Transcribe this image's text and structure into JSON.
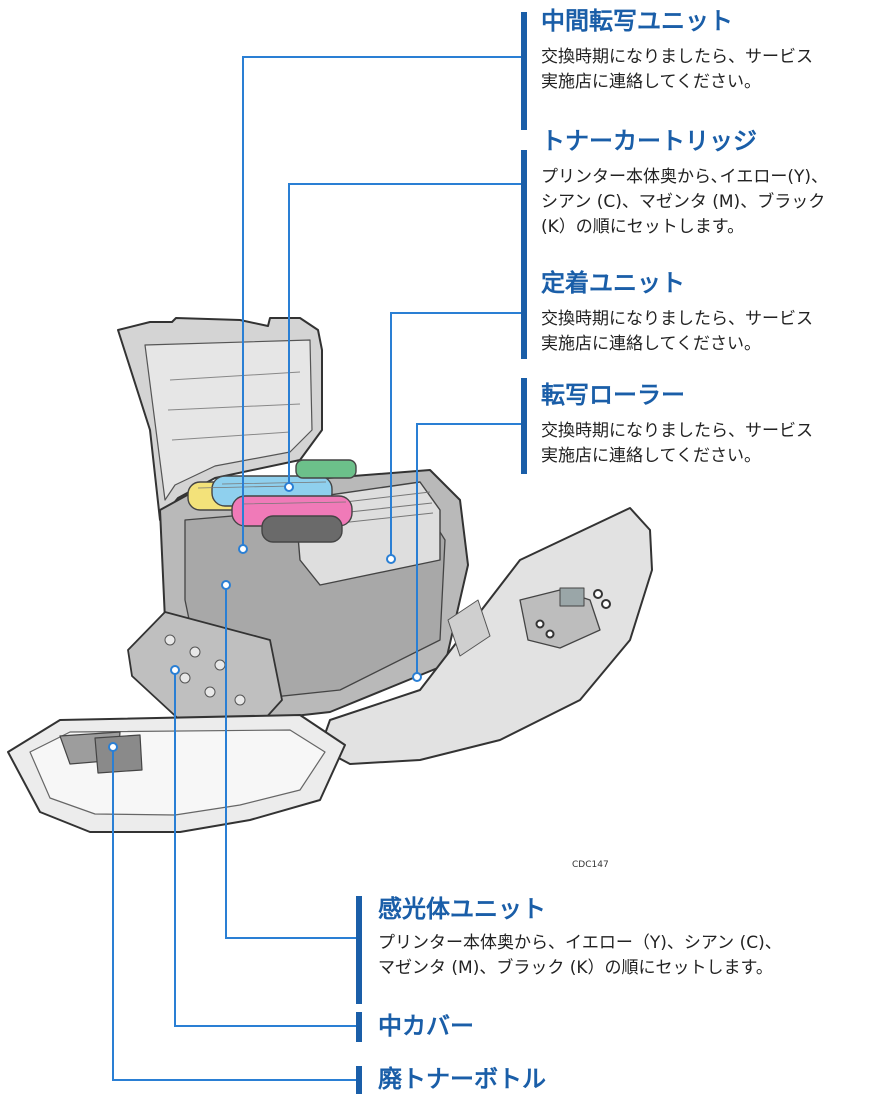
{
  "figure_code": "CDC147",
  "callouts": {
    "transfer_unit": {
      "title": "中間転写ユニット",
      "desc": [
        "交換時期になりましたら、サービス",
        "実施店に連絡してください。"
      ]
    },
    "toner_cartridge": {
      "title": "トナーカートリッジ",
      "desc": [
        "プリンター本体奥から､イエロー(Y)、",
        "シアン (C)、マゼンタ (M)、ブラック",
        "(K）の順にセットします。"
      ]
    },
    "fusing_unit": {
      "title": "定着ユニット",
      "desc": [
        "交換時期になりましたら、サービス",
        "実施店に連絡してください。"
      ]
    },
    "transfer_roller": {
      "title": "転写ローラー",
      "desc": [
        "交換時期になりましたら、サービス",
        "実施店に連絡してください。"
      ]
    },
    "photoconductor_unit": {
      "title": "感光体ユニット",
      "desc": [
        "プリンター本体奥から、イエロー（Y)、シアン (C)、",
        "マゼンタ (M)、ブラック (K）の順にセットします。"
      ]
    },
    "inner_cover": {
      "title": "中カバー"
    },
    "waste_toner_bottle": {
      "title": "廃トナーボトル"
    }
  },
  "colors": {
    "accent": "#1a5ea8",
    "leader": "#2a7fd4",
    "toner_yellow": "#f3e27a",
    "toner_cyan": "#8fd0ee",
    "toner_magenta": "#f07ab8",
    "toner_green": "#6cc08a",
    "printer_gray": "#c9c9c9"
  }
}
